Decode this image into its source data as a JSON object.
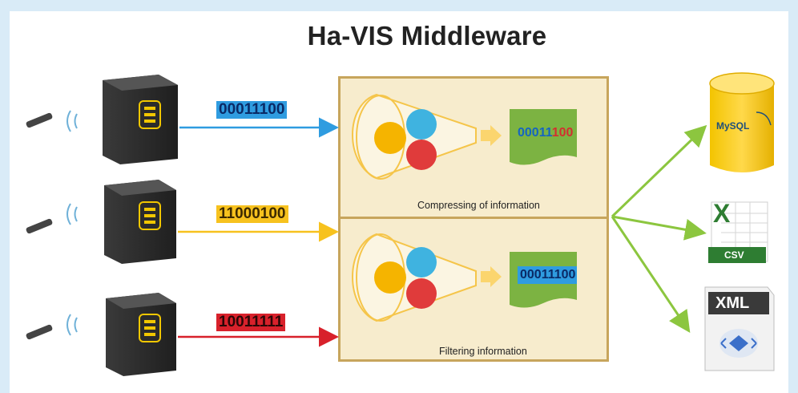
{
  "title": "Ha-VIS Middleware",
  "streams": [
    {
      "bits": "00011100",
      "color": "#2f9ce0"
    },
    {
      "bits": "11000100",
      "color": "#f7c21e"
    },
    {
      "bits": "10011111",
      "color": "#d8212b"
    }
  ],
  "processes": [
    {
      "caption": "Compressing of information",
      "output_bits_a": "00011",
      "output_bits_b": "100"
    },
    {
      "caption": "Filtering information",
      "output_bits": "00011100"
    }
  ],
  "outputs": {
    "database": "MySQL",
    "spreadsheet_badge": "CSV",
    "spreadsheet_letter": "X",
    "markup_label": "XML"
  },
  "colors": {
    "arrow_green": "#8cc63f",
    "box_border": "#c7a55c",
    "box_fill": "#f7eccd",
    "doc_green": "#7cb342"
  }
}
